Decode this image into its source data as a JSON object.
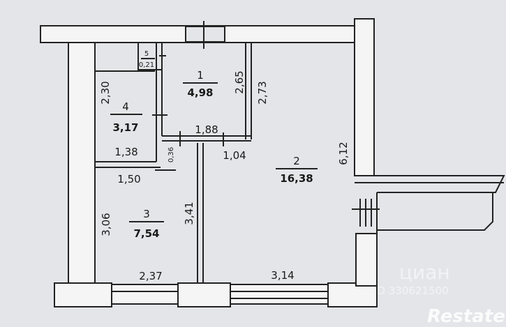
{
  "rooms": [
    {
      "number": "1",
      "area": "4,98"
    },
    {
      "number": "2",
      "area": "16,38"
    },
    {
      "number": "3",
      "area": "7,54"
    },
    {
      "number": "4",
      "area": "3,17"
    },
    {
      "number": "5",
      "area": "0,21"
    }
  ],
  "dimensions": {
    "d265": "2,65",
    "d273": "2,73",
    "d230": "2,30",
    "d188": "1,88",
    "d138": "1,38",
    "d036": "0,36",
    "d104": "1,04",
    "d612": "6,12",
    "d150": "1,50",
    "d306": "3,06",
    "d341": "3,41",
    "d237": "2,37",
    "d314": "3,14"
  },
  "watermarks": {
    "cian_brand": "циан",
    "cian_id": "ID 330621500",
    "restate_brand": "Restate"
  },
  "colors": {
    "background": "#e4e5e9",
    "wall_fill": "#f5f5f5",
    "line": "#222222"
  }
}
